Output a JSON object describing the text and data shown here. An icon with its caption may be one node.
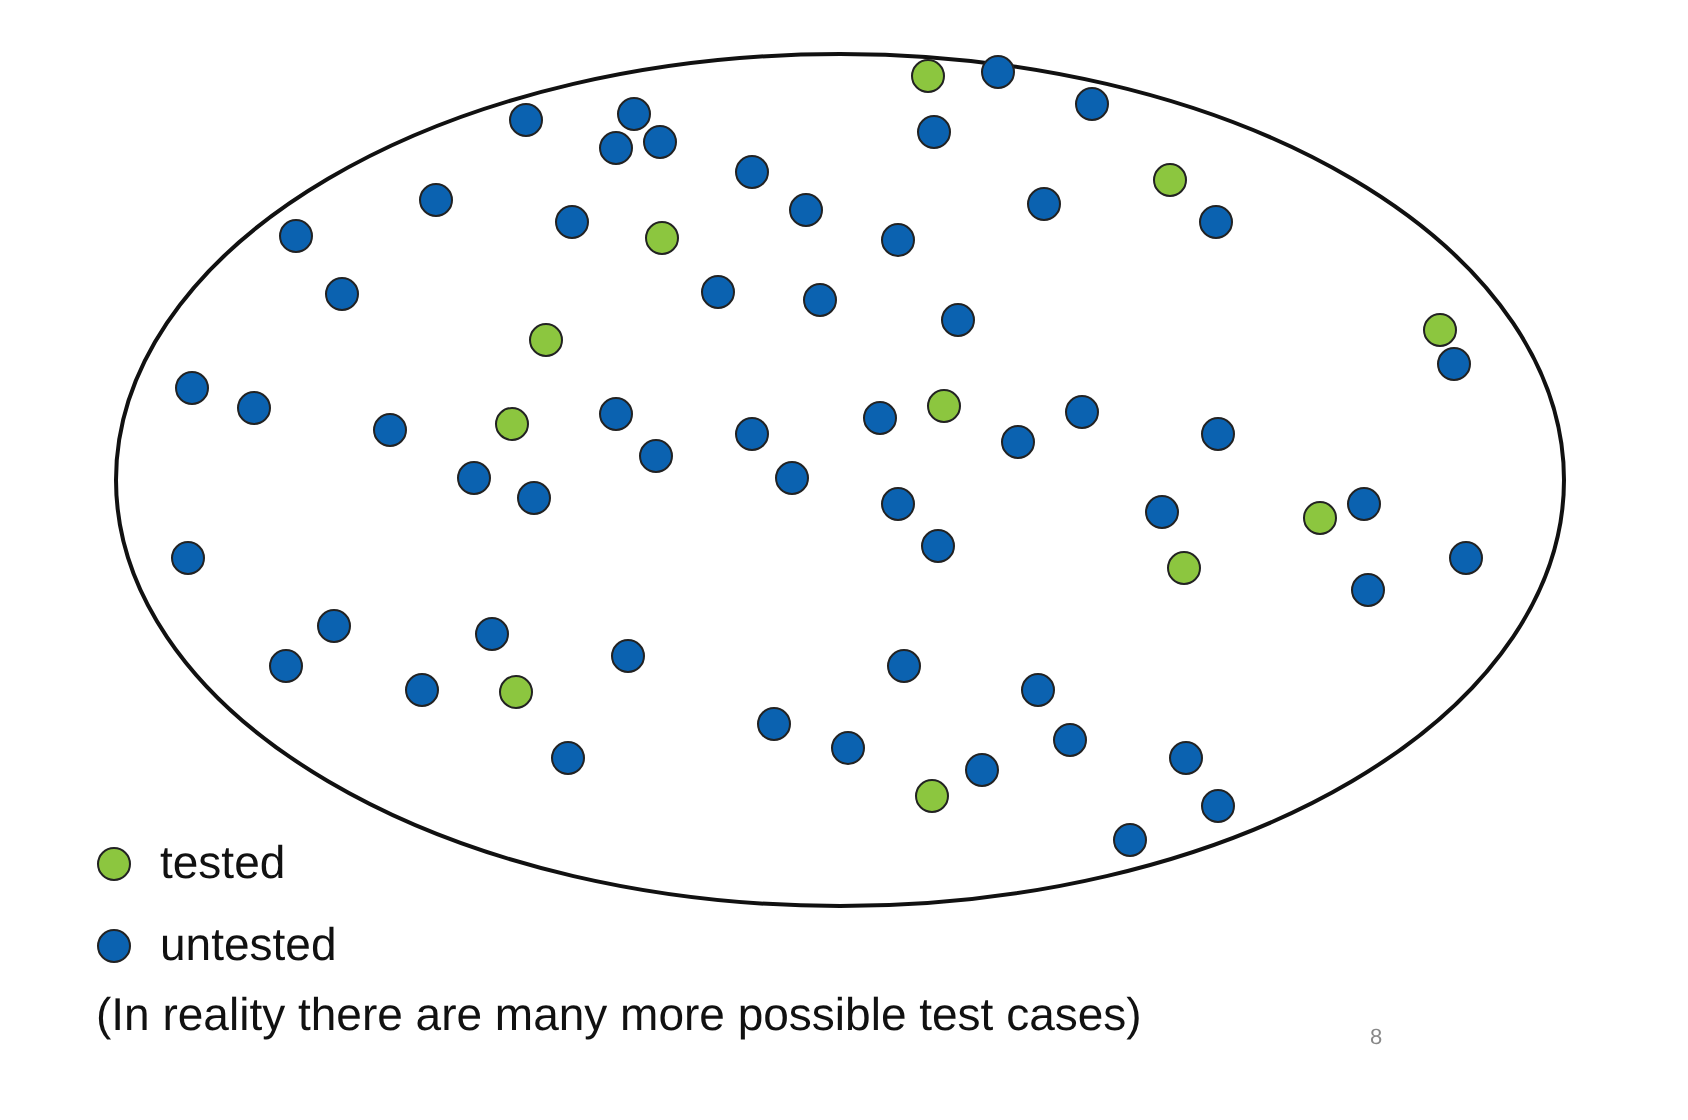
{
  "diagram": {
    "labels": [
      "(In reality there are many more possible test cases)",
      "8"
    ],
    "legend": [
      {
        "text": "tested",
        "color": "#8cc63f"
      },
      {
        "text": "untested",
        "color": "#0b62b0"
      }
    ]
  }
}
